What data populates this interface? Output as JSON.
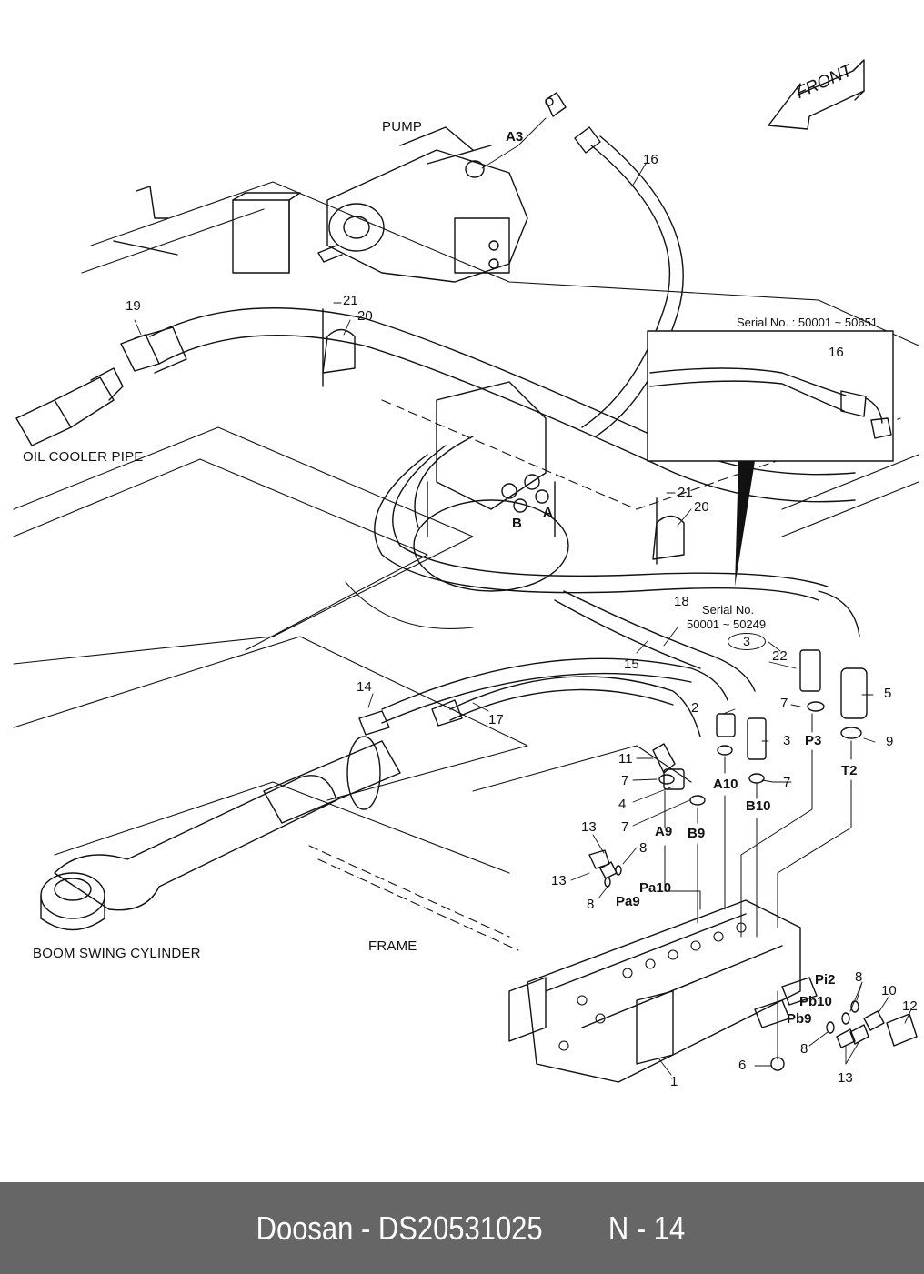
{
  "diagram": {
    "captions": {
      "pump": "PUMP",
      "oil_cooler_pipe": "OIL COOLER PIPE",
      "boom_swing_cylinder": "BOOM SWING CYLINDER",
      "frame": "FRAME",
      "front": "FRONT"
    },
    "serial_notes": {
      "inset": "Serial No. : 50001 ~ 50651",
      "lower_line1": "Serial No.",
      "lower_line2": "50001 ~ 50249",
      "lower_ref": "3"
    },
    "port_labels": {
      "a3": "A3",
      "a": "A",
      "b": "B",
      "a10": "A10",
      "b10": "B10",
      "a9": "A9",
      "b9": "B9",
      "p3": "P3",
      "t2": "T2",
      "pa10": "Pa10",
      "pa9": "Pa9",
      "pi2": "Pi2",
      "pb10": "Pb10",
      "pb9": "Pb9"
    },
    "part_numbers": {
      "p16_main": "16",
      "p16_inset": "16",
      "p19": "19",
      "p21_top": "21",
      "p20_top": "20",
      "p21_mid": "21",
      "p20_mid": "20",
      "p18": "18",
      "p15": "15",
      "p22": "22",
      "p14": "14",
      "p17": "17",
      "p2": "2",
      "p3": "3",
      "p5": "5",
      "p9": "9",
      "p7_a": "7",
      "p7_b": "7",
      "p7_c": "7",
      "p7_d": "7",
      "p11": "11",
      "p4": "4",
      "p13_a": "13",
      "p13_b": "13",
      "p13_c": "13",
      "p8_a": "8",
      "p8_b": "8",
      "p8_c": "8",
      "p8_d": "8",
      "p10": "10",
      "p12": "12",
      "p6": "6",
      "p1": "1"
    }
  },
  "footer": {
    "brand_part": "Doosan - DS20531025",
    "page": "N - 14"
  },
  "colors": {
    "footer_bg": "#666666",
    "footer_text": "#ffffff",
    "line": "#111111"
  }
}
